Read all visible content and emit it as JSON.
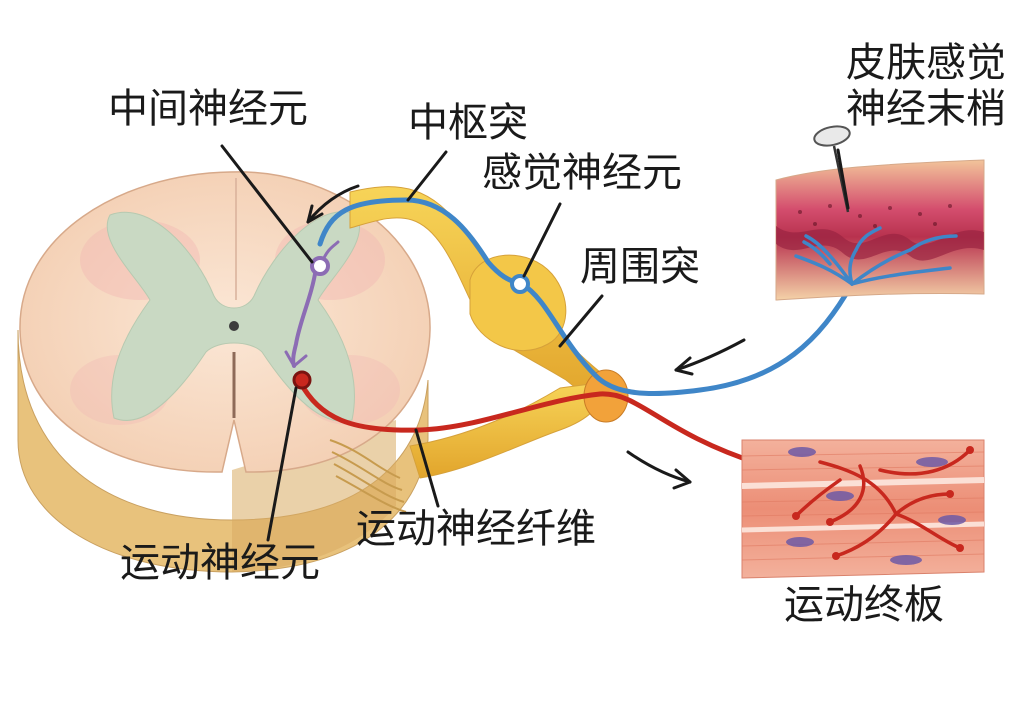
{
  "labels": {
    "interneuron": "中间神经元",
    "central_process": "中枢突",
    "sensory_neuron": "感觉神经元",
    "peripheral_process": "周围突",
    "skin_sensory_ending_line1": "皮肤感觉",
    "skin_sensory_ending_line2": "神经末梢",
    "motor_nerve_fiber": "运动神经纤维",
    "motor_neuron": "运动神经元",
    "motor_end_plate": "运动终板"
  },
  "colors": {
    "sensory_pathway": "#3f86c8",
    "interneuron": "#8c6cb4",
    "motor_pathway": "#c8281e",
    "nerve": "#f0c23c",
    "gray_matter": "#c9d9c3",
    "white_matter": "#f7dcc4",
    "cord_side": "#e9c884",
    "skin": "#c7466a",
    "muscle": "#ee9a84"
  }
}
